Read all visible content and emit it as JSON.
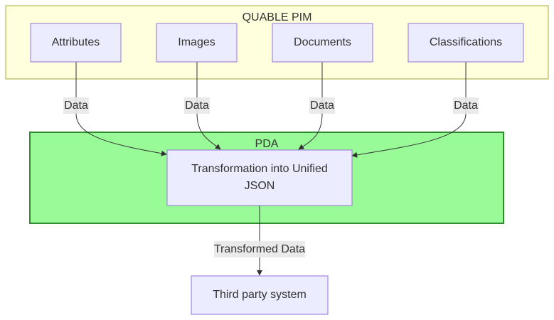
{
  "clusters": {
    "pim": {
      "label": "QUABLE PIM",
      "fill": "#ffffde",
      "stroke": "#aaaa33"
    },
    "pda": {
      "label": "PDA",
      "fill": "#98fb98",
      "stroke": "#2e8b2e"
    }
  },
  "nodes": {
    "attributes": "Attributes",
    "images": "Images",
    "documents": "Documents",
    "classifications": "Classifications",
    "transformation": [
      "Transformation into Unified",
      "JSON"
    ],
    "third_party": "Third party system"
  },
  "edges": {
    "attributes_data": "Data",
    "images_data": "Data",
    "documents_data": "Data",
    "classifications_data": "Data",
    "transformed_data": "Transformed Data"
  },
  "colors": {
    "node_fill": "#ececff",
    "node_stroke": "#9370db",
    "edge": "#333333",
    "edge_label_bg": "#e8e8e8"
  }
}
